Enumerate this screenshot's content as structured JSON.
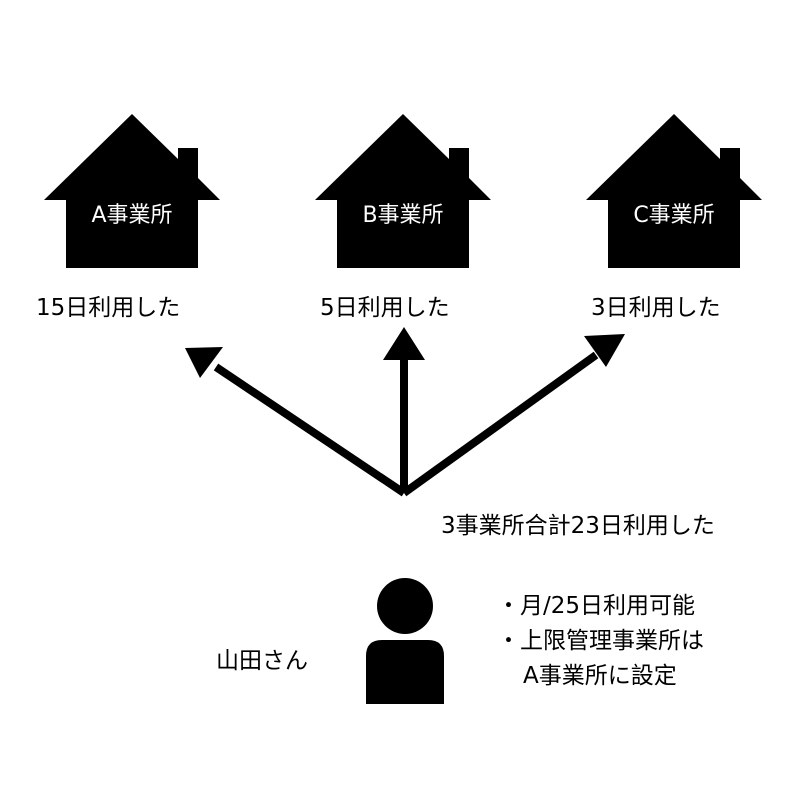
{
  "offices": [
    {
      "label": "A事業所",
      "usage": "15日利用した"
    },
    {
      "label": "B事業所",
      "usage": "5日利用した"
    },
    {
      "label": "C事業所",
      "usage": "3日利用した"
    }
  ],
  "total": "3事業所合計23日利用した",
  "person": {
    "name": "山田さん",
    "icon": "person-icon"
  },
  "notes": {
    "line1": "・月/25日利用可能",
    "line2": "・上限管理事業所は",
    "line3": "A事業所に設定"
  },
  "colors": {
    "ink": "#000000",
    "background": "#ffffff"
  }
}
